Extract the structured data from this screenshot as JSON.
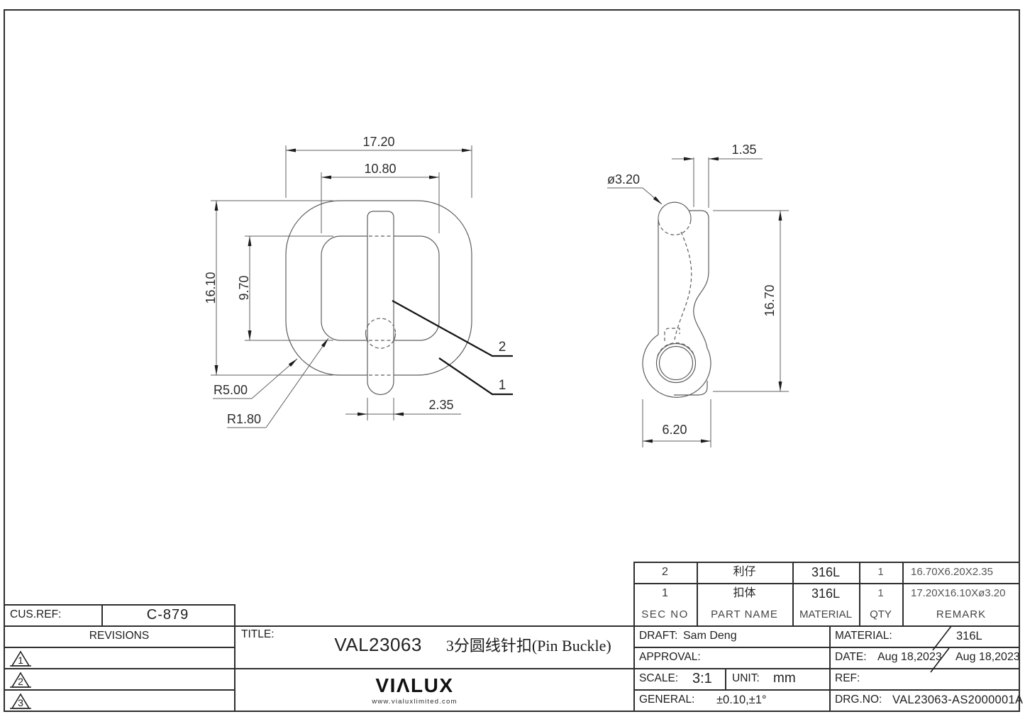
{
  "front_view": {
    "dims": {
      "outer_width": "17.20",
      "inner_width": "10.80",
      "outer_height": "16.10",
      "inner_height": "9.70",
      "outer_corner_radius": "R5.00",
      "inner_corner_radius": "R1.80",
      "pin_width": "2.35"
    },
    "part_labels": {
      "pin": "2",
      "body": "1"
    }
  },
  "side_view": {
    "dims": {
      "top_thickness": "1.35",
      "wire_diameter": "ø3.20",
      "height": "16.70",
      "hook_width": "6.20"
    }
  },
  "title_block": {
    "cus_ref": {
      "label": "CUS.REF:",
      "value": "C-879"
    },
    "revisions": {
      "header": "REVISIONS",
      "rows": [
        "1",
        "2",
        "3"
      ]
    },
    "title": {
      "label": "TITLE:",
      "drawing_code": "VAL23063",
      "product_name": "3分圆线针扣(Pin Buckle)"
    },
    "logo": {
      "name": "VIΛLUX",
      "website": "www.vialuxlimited.com"
    },
    "parts_table": {
      "headers": [
        "SEC NO",
        "PART NAME",
        "MATERIAL",
        "QTY",
        "REMARK"
      ],
      "rows": [
        {
          "sec_no": "2",
          "part_name": "利仔",
          "material": "316L",
          "qty": "1",
          "remark": "16.70X6.20X2.35"
        },
        {
          "sec_no": "1",
          "part_name": "扣体",
          "material": "316L",
          "qty": "1",
          "remark": "17.20X16.10Xø3.20"
        }
      ]
    },
    "info": {
      "draft_label": "DRAFT:",
      "draft_value": "Sam Deng",
      "material_label": "MATERIAL:",
      "material_value": "316L",
      "approval_label": "APPROVAL:",
      "date_label": "DATE:",
      "date_value1": "Aug 18,2023",
      "date_value2": "Aug 18,2023",
      "scale_label": "SCALE:",
      "scale_value": "3:1",
      "unit_label": "UNIT:",
      "unit_value": "mm",
      "ref_label": "REF:",
      "general_label": "GENERAL:",
      "general_value": "±0.10,±1°",
      "drg_no_label": "DRG.NO:",
      "drg_no_value": "VAL23063-AS2000001A"
    }
  }
}
